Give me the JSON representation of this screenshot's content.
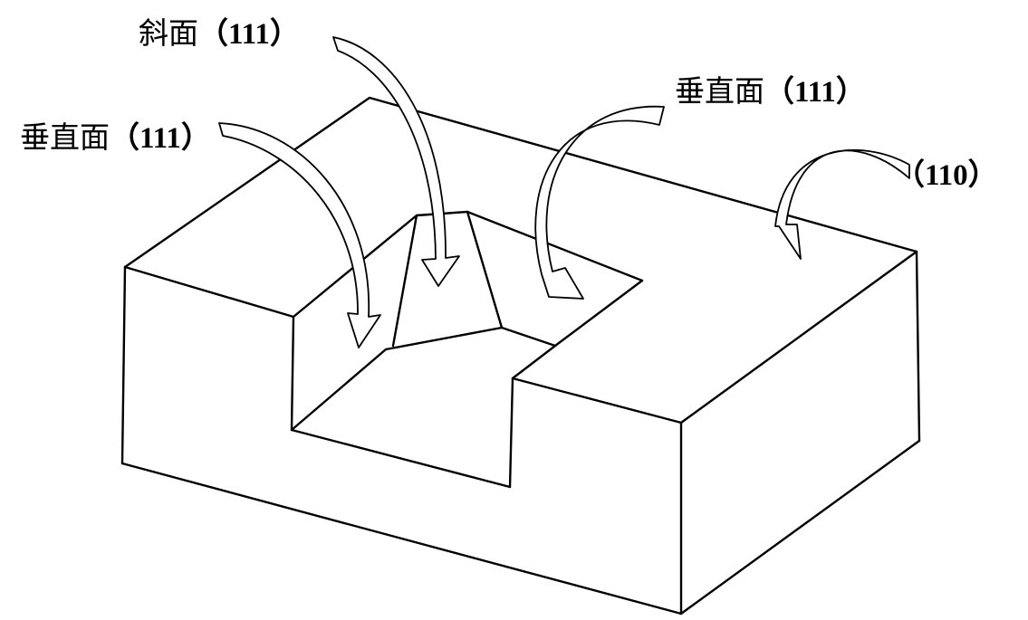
{
  "labels": {
    "slope_face": {
      "text": "斜面",
      "index": "（111）"
    },
    "vertical_face_left": {
      "text": "垂直面",
      "index": "（111）"
    },
    "vertical_face_right": {
      "text": "垂直面",
      "index": "（111）"
    },
    "top_face": {
      "text": "",
      "index": "（110）"
    }
  },
  "colors": {
    "stroke": "#000000",
    "arrow_fill": "#ffffff",
    "background": "#ffffff"
  }
}
